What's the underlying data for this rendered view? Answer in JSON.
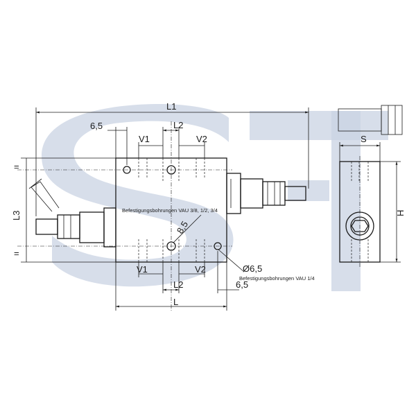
{
  "watermark": {
    "text": "ST",
    "color": "#c9d3e3"
  },
  "dimensions": {
    "l1": "L1",
    "s": "S",
    "h": "H",
    "l3": "L3",
    "l2_top": "L2",
    "l2_bottom": "L2",
    "l": "L",
    "v1_top": "V1",
    "v2_top": "V2",
    "v1_bottom": "V1",
    "v2_bottom": "V2",
    "six_five_top": "6,5",
    "six_five_bottom": "6,5",
    "eight_five": "8,5",
    "hole_dia": "Ø6,5",
    "eq_top": "=",
    "eq_bottom": "="
  },
  "notes": {
    "mounting_holes_large": "Befestigungsbohrungen VAU 3/8, 1/2, 3/4",
    "mounting_holes_small": "Befestigungsbohrungen VAU 1/4"
  },
  "colors": {
    "line": "#1a1a1a",
    "watermark": "#c9d3e3"
  }
}
